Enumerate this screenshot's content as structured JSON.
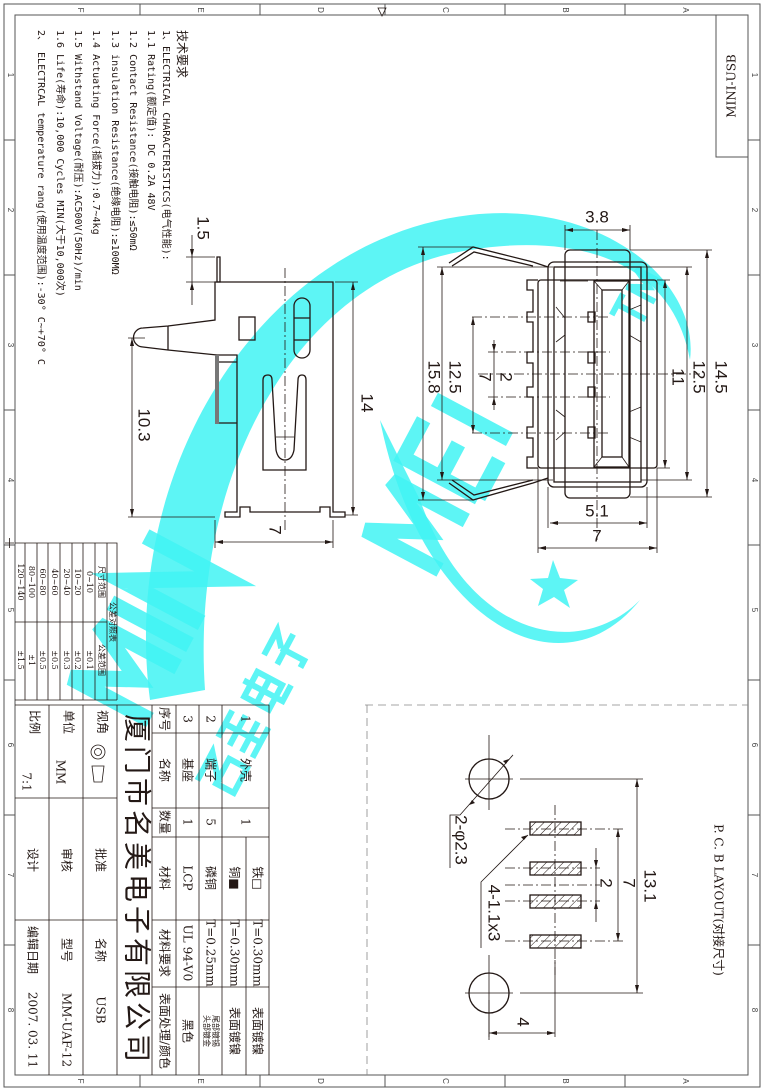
{
  "title_tag": "MINI-USB",
  "border": {
    "columns": [
      "F",
      "E",
      "D",
      "C",
      "B",
      "A"
    ],
    "rows": [
      "1",
      "2",
      "3",
      "4",
      "5",
      "6",
      "7",
      "8"
    ]
  },
  "tech_requirements": {
    "heading": "技术要求",
    "lines": [
      "1、ELECTRICAL CHARACTERISTICS(电气性能):",
      "1.1 Rating(额定值): DC 0.2A 48V",
      "1.2 Contact Resistance(接触电阻):≤50mΩ",
      "1.3 insulation Resistance(绝缘电阻):≥100MΩ",
      "1.4 Actuating Force(插拔力):0.7~4kg",
      "1.5 Withstand Voltage(耐压):AC500V(50Hz)/min",
      "1.6 Life(寿命):10,000 Cycles MIN(大于10,000次)",
      "2、 ELECTRCAL temperature rang(使用温度范围):-30° C~+70° C"
    ]
  },
  "side_view": {
    "dims": [
      "1.5",
      "10.3",
      "14",
      "7"
    ]
  },
  "front_view": {
    "dims": [
      "3.8",
      "15.8",
      "12.5",
      "7",
      "2",
      "11",
      "12.5",
      "14.5",
      "5.1",
      "7"
    ]
  },
  "pcb_layout": {
    "title": "P. C. B LAYOUT(对接尺寸)",
    "hole_note": "2-φ2.3",
    "pad_note": "4-1.1x3",
    "dims": [
      "13.1",
      "7",
      "2",
      "4"
    ]
  },
  "tolerance_table": {
    "title": "公差对照表",
    "headers": [
      "尺寸范围",
      "公差范围"
    ],
    "rows": [
      [
        "0~10",
        "±0.1"
      ],
      [
        "10~20",
        "±0.2"
      ],
      [
        "20~40",
        "±0.3"
      ],
      [
        "40~60",
        "±0.5"
      ],
      [
        "60~80",
        "±0.5"
      ],
      [
        "80~100",
        "±1"
      ],
      [
        "120~140",
        "±1.5"
      ]
    ]
  },
  "bom": {
    "headers": [
      "序号",
      "名称",
      "数量",
      "材料",
      "材料要求",
      "表面处理/颜色"
    ],
    "row3": [
      "3",
      "基座",
      "1",
      "LCP",
      "UL 94-V0",
      "黑色"
    ],
    "row2": [
      "2",
      "端子",
      "5",
      "磷铜",
      "T=0.25mm",
      "头部镀金",
      "尾部镀锡"
    ],
    "row1": [
      "1",
      "外壳",
      "1",
      "铁□",
      "铜■",
      "T=0.30mm",
      "T=0.30mm",
      "表面镀镍",
      "表面镀镍"
    ]
  },
  "title_block": {
    "company": "厦门市名美电子有限公司",
    "scale_label": "比例",
    "scale_value": "7:1",
    "unit_label": "单位",
    "unit_value": "MM",
    "view_label": "视角",
    "approve_label": "批准",
    "review_label": "审核",
    "design_label": "设计",
    "name_label": "名称",
    "name_value": "USB",
    "model_label": "型号",
    "model_value": "MM-UAF-12",
    "date_label": "编辑日期",
    "date_value": "2007. 03. 11"
  },
  "watermark": {
    "logo_text": "MINMEI",
    "tm": "TM",
    "cn": "名美电子"
  },
  "colors": {
    "line": "#231815",
    "watermark": "#41f3f3"
  }
}
